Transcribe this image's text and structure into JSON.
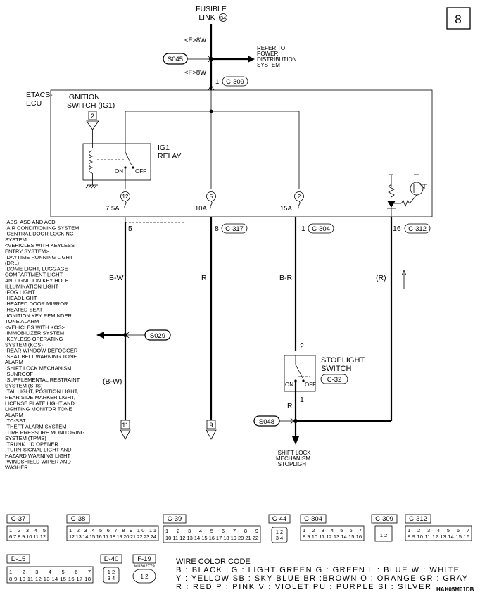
{
  "page_number": "8",
  "fusible_link": {
    "line1": "FUSIBLE",
    "line2": "LINK",
    "number": "34"
  },
  "feed": {
    "top_wire": "<F>8W",
    "bottom_wire": "<F>8W",
    "splice": "S045",
    "refer_text": [
      "REFER TO",
      "POWER",
      "DISTRIBUTION",
      "SYSTEM"
    ]
  },
  "c309_pin": {
    "pin": "1",
    "connector": "C-309"
  },
  "etacs": {
    "line1": "ETACS-",
    "line2": "ECU"
  },
  "ignition_switch": {
    "line1": "IGNITION",
    "line2": "SWITCH (IG1)",
    "terminal": "2"
  },
  "relay": {
    "line1": "IG1",
    "line2": "RELAY",
    "on": "ON",
    "off": "OFF"
  },
  "fuses": [
    {
      "num": "12",
      "amp": "7.5A"
    },
    {
      "num": "5",
      "amp": "10A"
    },
    {
      "num": "2",
      "amp": "15A"
    }
  ],
  "outputs": [
    {
      "pin": "5",
      "connector": ""
    },
    {
      "pin": "8",
      "connector": "C-317"
    },
    {
      "pin": "1",
      "connector": "C-304"
    },
    {
      "pin": "16",
      "connector": "C-312"
    }
  ],
  "wire_colors": {
    "w1": "B-W",
    "w2": "R",
    "w3": "B-R",
    "w4": "(R)",
    "w1b": "(B-W)",
    "w5": "R"
  },
  "left_list": [
    "·ABS, ASC AND ACD",
    "·AIR CONDITIONING SYSTEM",
    "·CENTRAL DOOR LOCKING",
    "SYSTEM",
    "<VEHICLES WITH KEYLESS",
    "ENTRY SYSTEM>",
    "·DAYTIME RUNNING LIGHT",
    "(DRL)",
    "·DOME LIGHT, LUGGAGE",
    "COMPARTMENT LIGHT",
    "AND IGNITION KEY HOLE",
    "ILLUMINATION LIGHT",
    "·FOG LIGHT",
    "·HEADLIGHT",
    "·HEATED DOOR MIRROR",
    "·HEATED SEAT",
    "·IGNITION KEY REMINDER",
    "TONE ALARM",
    "<VEHICLES WITH KOS>",
    "·IMMOBILIZER SYSTEM",
    "·KEYLESS OPERATING",
    "SYSTEM (KOS)",
    "·REAR WINDOW DEFOGGER",
    "·SEAT BELT WARNING TONE",
    "ALARM",
    "·SHIFT LOCK MECHANISM",
    "·SUNROOF",
    "·SUPPLEMENTAL RESTRAINT",
    "SYSTEM (SRS)",
    "·TAILLIGHT, POSITION LIGHT,",
    "REAR SIDE MARKER LIGHT,",
    "LICENSE PLATE LIGHT AND",
    "LIGHTING MONITOR TONE",
    "ALARM",
    "·TC-SST",
    "·THEFT-ALARM SYSTEM",
    "·TIRE PRESSURE MONITORING",
    "SYSTEM (TPMS)",
    "·TRUNK LID OPENER",
    "·TURN-SIGNAL LIGHT AND",
    "HAZARD WARNING LIGHT",
    "·WINDSHIELD WIPER AND",
    "WASHER"
  ],
  "s029": "S029",
  "grounds": {
    "left": "11",
    "right": "9"
  },
  "stoplight": {
    "line1": "STOPLIGHT",
    "line2": "SWITCH",
    "connector": "C-32",
    "pin_top": "2",
    "pin_bottom": "1",
    "on": "ON",
    "off": "OFF"
  },
  "s048": "S048",
  "shift_lock": [
    "·SHIFT LOCK",
    "MECHANISM",
    "·STOPLIGHT"
  ],
  "connectors": {
    "c37": {
      "label": "C-37",
      "row1": "1 2 3 4 5",
      "row2": "6 7 8 9 10 11 12"
    },
    "c38": {
      "label": "C-38",
      "row1": "1 2 3 4 5 6 7 8 9 10 11",
      "row2": "12 13 14 15 16 17 18 19 20 21 22 23 24"
    },
    "c39": {
      "label": "C-39",
      "row1": "1 2 3 4 5 6 7 8 9",
      "row2": "10 11 12 13 14 15 16 17 18 19 20 21 22"
    },
    "c44": {
      "label": "C-44",
      "row1": "1 2",
      "row2": "3 4"
    },
    "c304": {
      "label": "C-304",
      "row1": "1 2 3 4 5 6 7",
      "row2": "8 9 10 11 12 13 14 15 16"
    },
    "c309": {
      "label": "C-309",
      "row1": "1 2"
    },
    "c312": {
      "label": "C-312",
      "row1": "1 2 3 4 5 6 7",
      "row2": "8 9 10 11 12 13 14 15 16"
    },
    "d15": {
      "label": "D-15",
      "row1": "1 2 3 4 5 6 7",
      "row2": "8 9 10 11 12 13 14 15 16 17 18"
    },
    "d40": {
      "label": "D-40",
      "row1": "1 2",
      "row2": "3 4"
    },
    "f19": {
      "label": "F-19",
      "part": "MU802779",
      "row1": "1 2"
    }
  },
  "wire_code": {
    "title": "WIRE COLOR CODE",
    "rows": [
      "B : BLACK    LG : LIGHT GREEN    G : GREEN    L : BLUE    W : WHITE",
      "Y : YELLOW    SB : SKY BLUE    BR :BROWN    O : ORANGE    GR : GRAY",
      "R : RED    P : PINK    V : VIOLET    PU : PURPLE    SI : SILVER"
    ],
    "code": "HAH05M01DB"
  }
}
